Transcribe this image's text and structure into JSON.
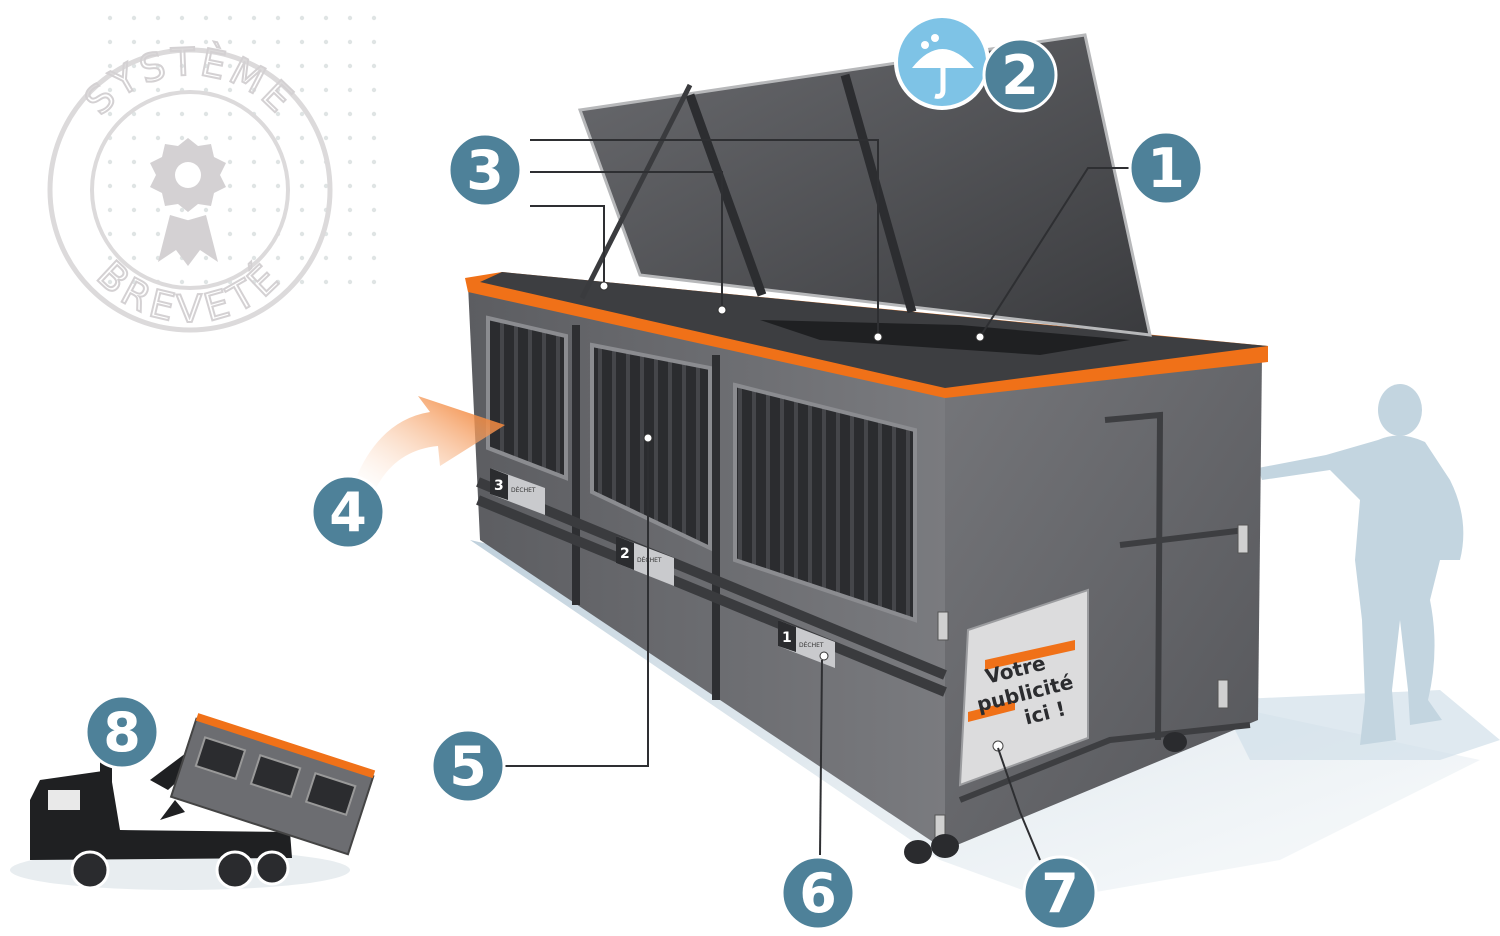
{
  "stamp": {
    "top_text": "SYSTÈME",
    "bottom_text": "BREVETÉ",
    "icon": "award-ribbon-icon"
  },
  "callouts": [
    "1",
    "2",
    "3",
    "4",
    "5",
    "6",
    "7",
    "8"
  ],
  "callout_2_icon": "umbrella-rain-icon",
  "compartment_labels": [
    "3",
    "2",
    "1"
  ],
  "compartment_small_text": "DÉCHET",
  "ad_panel": {
    "line1": "Votre",
    "line2": "publicité",
    "line3": "ici !"
  },
  "colors": {
    "accent_orange": "#f07118",
    "callout_teal": "#4e8199",
    "callout_light_blue": "#7ec3e6",
    "body_gray": "#6e6f73",
    "silhouette_blue": "#c6d7e2",
    "stamp_gray": "#d9d6d8"
  }
}
